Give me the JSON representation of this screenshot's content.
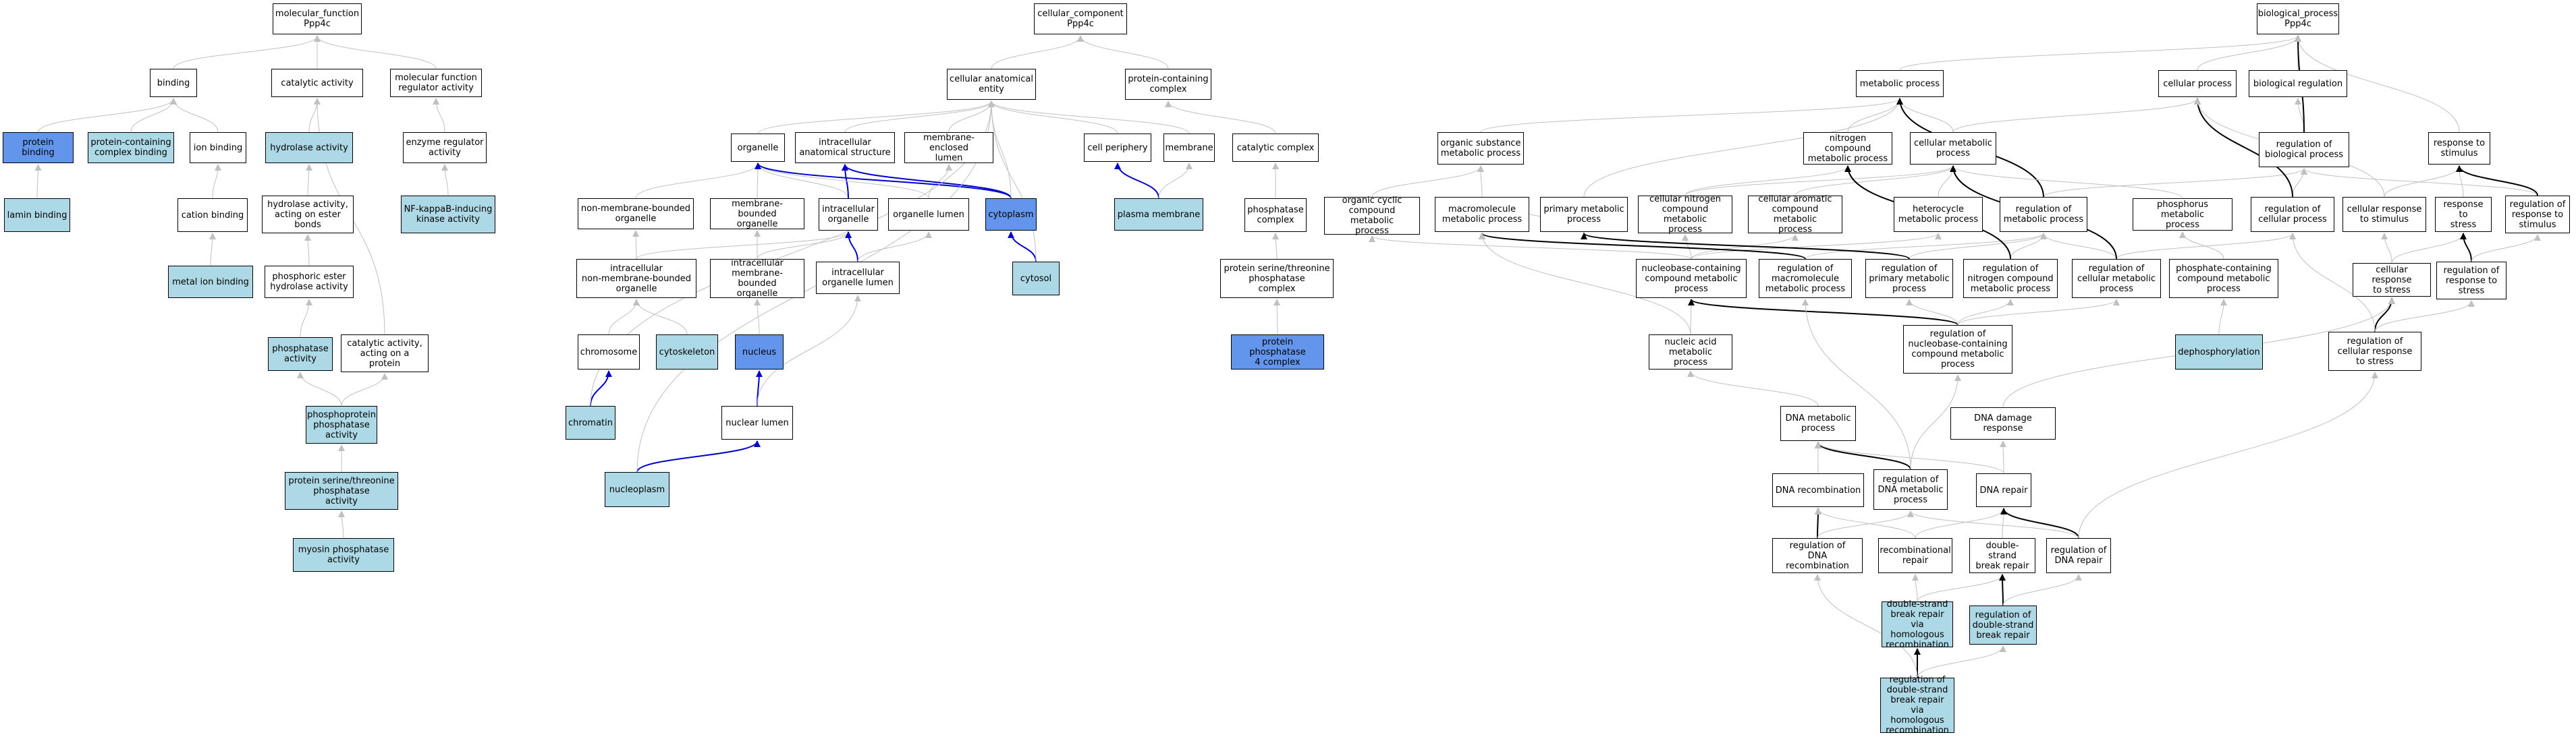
{
  "colors": {
    "light": "#add8e6",
    "medium": "#6495ed",
    "grey_edge": "#c0c0c0",
    "blue_edge": "#0000cd",
    "black_edge": "#000000"
  },
  "nodes": {
    "mf_root": "molecular_function\nPpp4c",
    "binding": "binding",
    "catalytic_activity": "catalytic activity",
    "mf_regulator": "molecular function\nregulator activity",
    "protein_binding": "protein binding",
    "pcc_binding": "protein-containing\ncomplex binding",
    "ion_binding": "ion binding",
    "hydrolase_activity": "hydrolase activity",
    "enzyme_regulator": "enzyme regulator\nactivity",
    "lamin_binding": "lamin binding",
    "cation_binding": "cation binding",
    "hydrolase_ester": "hydrolase activity,\nacting on ester\nbonds",
    "nfkb": "NF-kappaB-inducing\nkinase activity",
    "metal_ion_binding": "metal ion binding",
    "phosphoric_ester": "phosphoric ester\nhydrolase activity",
    "phosphatase_activity": "phosphatase\nactivity",
    "catalytic_on_protein": "catalytic activity,\nacting on a\nprotein",
    "phosphoprotein_phosphatase": "phosphoprotein\nphosphatase\nactivity",
    "ser_thr_phosphatase_activity": "protein serine/threonine\nphosphatase\nactivity",
    "myosin_phosphatase": "myosin phosphatase\nactivity",
    "cc_root": "cellular_component\nPpp4c",
    "cellular_anatomical_entity": "cellular anatomical\nentity",
    "protein_containing_complex": "protein-containing\ncomplex",
    "organelle": "organelle",
    "intracellular_anatomical": "intracellular\nanatomical structure",
    "membrane_enclosed_lumen": "membrane-enclosed\nlumen",
    "cell_periphery": "cell periphery",
    "membrane": "membrane",
    "catalytic_complex": "catalytic complex",
    "non_membrane_bounded": "non-membrane-bounded\norganelle",
    "membrane_bounded": "membrane-bounded\norganelle",
    "intracellular_organelle": "intracellular\norganelle",
    "organelle_lumen": "organelle lumen",
    "cytoplasm": "cytoplasm",
    "plasma_membrane": "plasma membrane",
    "phosphatase_complex": "phosphatase\ncomplex",
    "intra_non_membrane": "intracellular\nnon-membrane-bounded\norganelle",
    "intra_membrane_bounded": "intracellular\nmembrane-bounded\norganelle",
    "intra_organelle_lumen": "intracellular\norganelle lumen",
    "cytosol": "cytosol",
    "ser_thr_phosphatase_complex": "protein serine/threonine\nphosphatase\ncomplex",
    "chromosome": "chromosome",
    "cytoskeleton": "cytoskeleton",
    "nucleus": "nucleus",
    "pp4_complex": "protein phosphatase\n4 complex",
    "nuclear_lumen": "nuclear lumen",
    "chromatin": "chromatin",
    "nucleoplasm": "nucleoplasm",
    "bp_root": "biological_process\nPpp4c",
    "metabolic_process": "metabolic process",
    "cellular_process": "cellular process",
    "biological_regulation": "biological regulation",
    "organic_substance": "organic substance\nmetabolic process",
    "nitrogen_compound": "nitrogen compound\nmetabolic process",
    "cellular_metabolic": "cellular metabolic\nprocess",
    "regulation_bio": "regulation of\nbiological process",
    "response_stimulus": "response to\nstimulus",
    "organic_cyclic": "organic cyclic\ncompound metabolic\nprocess",
    "macromolecule_metabolic": "macromolecule\nmetabolic process",
    "primary_metabolic": "primary metabolic\nprocess",
    "cellular_nitrogen": "cellular nitrogen\ncompound metabolic\nprocess",
    "cellular_aromatic": "cellular aromatic\ncompound metabolic\nprocess",
    "heterocycle": "heterocycle\nmetabolic process",
    "reg_metabolic": "regulation of\nmetabolic process",
    "phosphorus_metabolic": "phosphorus metabolic\nprocess",
    "reg_cellular": "regulation of\ncellular process",
    "cellular_response_stimulus": "cellular response\nto stimulus",
    "response_stress": "response to\nstress",
    "reg_response_stimulus": "regulation of\nresponse to\nstimulus",
    "nucleobase_containing": "nucleobase-containing\ncompound metabolic\nprocess",
    "reg_macromolecule": "regulation of\nmacromolecule\nmetabolic process",
    "reg_primary": "regulation of\nprimary metabolic\nprocess",
    "reg_nitrogen": "regulation of\nnitrogen compound\nmetabolic process",
    "reg_cellular_metabolic": "regulation of\ncellular metabolic\nprocess",
    "phosphate_containing": "phosphate-containing\ncompound metabolic\nprocess",
    "cellular_response_stress": "cellular response\nto stress",
    "reg_response_stress": "regulation of\nresponse to\nstress",
    "nucleic_acid": "nucleic acid\nmetabolic process",
    "reg_nucleobase": "regulation of\nnucleobase-containing\ncompound metabolic\nprocess",
    "dephosphorylation": "dephosphorylation",
    "reg_cellular_response_stress": "regulation of\ncellular response\nto stress",
    "dna_metabolic": "DNA metabolic\nprocess",
    "dna_damage_response": "DNA damage response",
    "dna_recombination": "DNA recombination",
    "reg_dna_metabolic": "regulation of\nDNA metabolic\nprocess",
    "dna_repair": "DNA repair",
    "reg_dna_recombination": "regulation of\nDNA recombination",
    "recombinational_repair": "recombinational\nrepair",
    "dsb_repair": "double-strand\nbreak repair",
    "reg_dna_repair": "regulation of\nDNA repair",
    "dsb_repair_hr": "double-strand\nbreak repair\nvia homologous\nrecombination",
    "reg_dsb_repair": "regulation of\ndouble-strand\nbreak repair",
    "reg_dsb_repair_hr": "regulation of\ndouble-strand\nbreak repair\nvia homologous\nrecombination"
  }
}
